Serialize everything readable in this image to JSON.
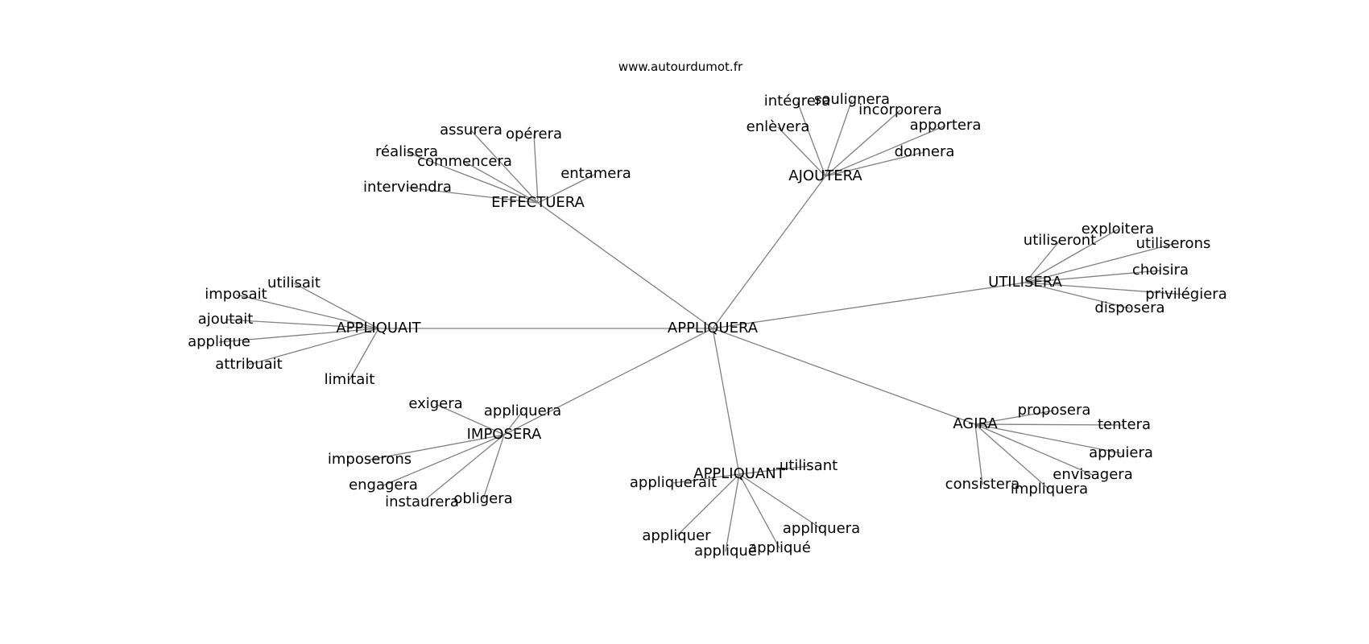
{
  "header": {
    "site": "www.autourdumot.fr"
  },
  "colors": {
    "edge": "#808080",
    "text": "#000000",
    "background": "#ffffff"
  },
  "graph": {
    "center": "APPLIQUERA",
    "clusters": [
      {
        "hub": "EFFECTUERA",
        "leaves": [
          "assurera",
          "opérera",
          "réalisera",
          "commencera",
          "interviendra",
          "entamera"
        ]
      },
      {
        "hub": "AJOUTERA",
        "leaves": [
          "intégrera",
          "soulignera",
          "incorporera",
          "enlèvera",
          "apportera",
          "donnera"
        ]
      },
      {
        "hub": "UTILISERA",
        "leaves": [
          "exploitera",
          "utiliseront",
          "utiliserons",
          "choisira",
          "privilégiera",
          "disposera"
        ]
      },
      {
        "hub": "APPLIQUAIT",
        "leaves": [
          "utilisait",
          "imposait",
          "ajoutait",
          "applique",
          "attribuait",
          "limitait"
        ]
      },
      {
        "hub": "IMPOSERA",
        "leaves": [
          "exigera",
          "appliquera",
          "imposerons",
          "engagera",
          "instaurera",
          "obligera"
        ]
      },
      {
        "hub": "APPLIQUANT",
        "leaves": [
          "utilisant",
          "appliquerait",
          "appliquera",
          "appliquer",
          "appliqué",
          "appliqué"
        ]
      },
      {
        "hub": "AGIRA",
        "leaves": [
          "proposera",
          "tentera",
          "appuiera",
          "envisagera",
          "consistera",
          "impliquera"
        ]
      }
    ]
  }
}
